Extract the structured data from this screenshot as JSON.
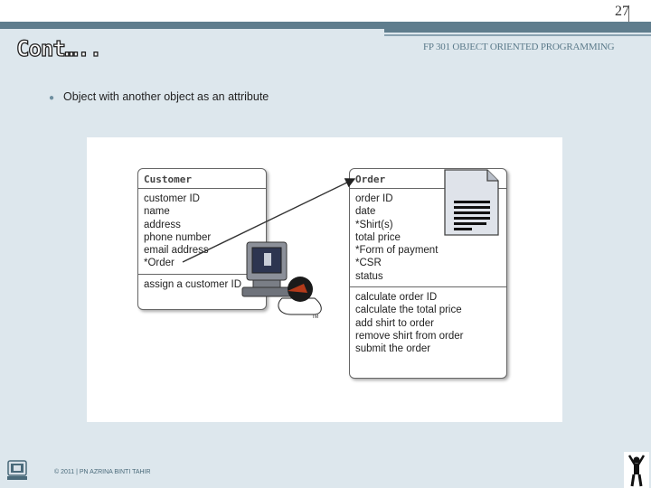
{
  "header": {
    "slide_number": "27",
    "course": "FP 301 OBJECT ORIENTED PROGRAMMING",
    "title": "Cont….."
  },
  "body": {
    "bullet": "Object with another object as an attribute"
  },
  "diagram": {
    "customer": {
      "name": "Customer",
      "attributes": [
        "customer ID",
        "name",
        "address",
        "phone number",
        "email address",
        "*Order"
      ],
      "operations": [
        "assign a customer ID"
      ]
    },
    "order": {
      "name": "Order",
      "attributes": [
        "order ID",
        "date",
        "*Shirt(s)",
        "total price",
        "*Form of payment",
        "*CSR",
        "status"
      ],
      "operations": [
        "calculate order ID",
        "calculate the total price",
        "add shirt to order",
        "remove shirt from order",
        "submit the order"
      ]
    },
    "tm_mark": "TM"
  },
  "footer": {
    "text": "© 2011 | PN AZRINA BINTI TAHIR"
  },
  "colors": {
    "background": "#dde7ed",
    "accent": "#5f7d8d"
  }
}
